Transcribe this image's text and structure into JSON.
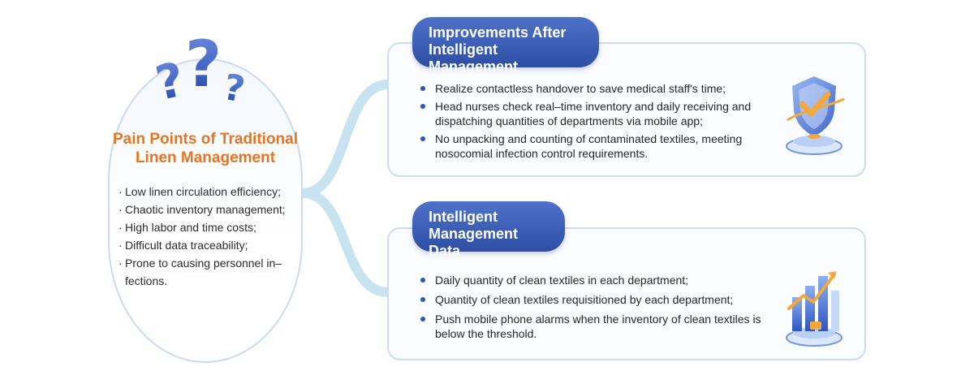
{
  "pain_points": {
    "title_line1": "Pain Points of Traditional",
    "title_line2": "Linen Management",
    "items": [
      "Low linen circulation efficiency;",
      "Chaotic inventory management;",
      "High labor and time costs;",
      "Difficult data traceability;",
      "Prone to causing personnel in–",
      "fections."
    ]
  },
  "improvements": {
    "title_line1": "Improvements After",
    "title_line2": "Intelligent Management",
    "items": [
      "Realize contactless handover to save medical staff's time;",
      "Head nurses check real–time inventory and daily receiving and dispatching quantities of departments via mobile app;",
      "No unpacking and counting of contaminated textiles, meeting nosocomial infection control requirements."
    ],
    "icon": "shield-check-icon"
  },
  "data_section": {
    "title_line1": "Intelligent",
    "title_line2": "Management Data",
    "items": [
      "Daily quantity of clean textiles in each department;",
      "Quantity of clean textiles requisitioned by each department;",
      "Push mobile phone alarms when the inventory of clean textiles is below the threshold."
    ],
    "icon": "bar-chart-growth-icon"
  },
  "decor": {
    "question_marks_icon": "question-marks-icon",
    "accent_orange": "#e9731f",
    "accent_blue": "#2e4ea5",
    "connector_color": "#c7e3ef"
  }
}
